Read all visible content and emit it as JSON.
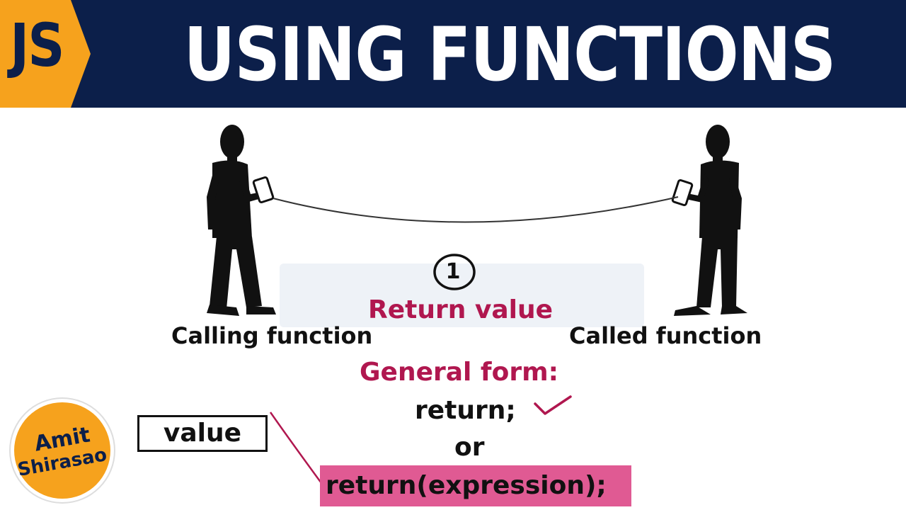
{
  "header": {
    "badge_label": "JS",
    "title": "USING FUNCTIONS",
    "background_color": "#0c1f4a",
    "badge_color": "#f6a21d"
  },
  "scene": {
    "step_number": "1",
    "step_title": "Return value",
    "left_figure_label": "Calling function",
    "right_figure_label": "Called function",
    "general_form_label": "General form:",
    "form_option_1": "return;",
    "separator": "or",
    "form_option_2": "return(expression);",
    "value_box_label": "value",
    "accent_color": "#b0174f",
    "highlight_color": "#e05a93"
  },
  "author": {
    "first_name": "Amit",
    "last_name": "Shirasao"
  }
}
